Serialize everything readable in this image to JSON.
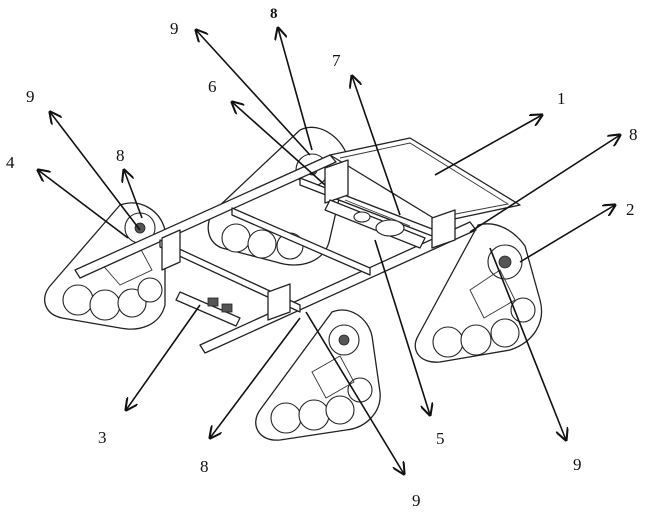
{
  "figure": {
    "labels": [
      {
        "id": "l9a",
        "text": "9"
      },
      {
        "id": "l8a",
        "text": "8"
      },
      {
        "id": "l7",
        "text": "7"
      },
      {
        "id": "l6",
        "text": "6"
      },
      {
        "id": "l9b",
        "text": "9"
      },
      {
        "id": "l1",
        "text": "1"
      },
      {
        "id": "l8b",
        "text": "8"
      },
      {
        "id": "l4",
        "text": "4"
      },
      {
        "id": "l8c",
        "text": "8"
      },
      {
        "id": "l2",
        "text": "2"
      },
      {
        "id": "l3",
        "text": "3"
      },
      {
        "id": "l8d",
        "text": "8"
      },
      {
        "id": "l5",
        "text": "5"
      },
      {
        "id": "l9c",
        "text": "9"
      },
      {
        "id": "l9d",
        "text": "9"
      }
    ]
  }
}
